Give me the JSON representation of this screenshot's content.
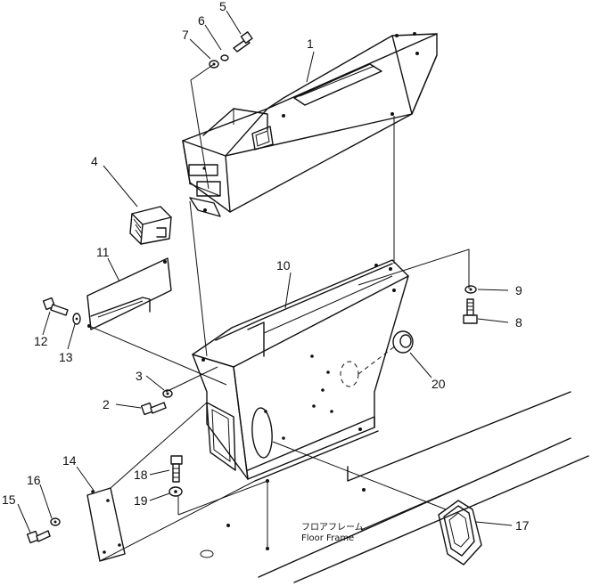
{
  "diagram": {
    "callouts": [
      {
        "id": "p1",
        "text": "1"
      },
      {
        "id": "p2",
        "text": "2"
      },
      {
        "id": "p3",
        "text": "3"
      },
      {
        "id": "p4",
        "text": "4"
      },
      {
        "id": "p5",
        "text": "5"
      },
      {
        "id": "p6",
        "text": "6"
      },
      {
        "id": "p7",
        "text": "7"
      },
      {
        "id": "p8",
        "text": "8"
      },
      {
        "id": "p9",
        "text": "9"
      },
      {
        "id": "p10",
        "text": "10"
      },
      {
        "id": "p11",
        "text": "11"
      },
      {
        "id": "p12",
        "text": "12"
      },
      {
        "id": "p13",
        "text": "13"
      },
      {
        "id": "p14",
        "text": "14"
      },
      {
        "id": "p15",
        "text": "15"
      },
      {
        "id": "p16",
        "text": "16"
      },
      {
        "id": "p17",
        "text": "17"
      },
      {
        "id": "p18",
        "text": "18"
      },
      {
        "id": "p19",
        "text": "19"
      },
      {
        "id": "p20",
        "text": "20"
      }
    ],
    "floor_label_jp": "フロアフレーム",
    "floor_label_en": "Floor Frame"
  }
}
